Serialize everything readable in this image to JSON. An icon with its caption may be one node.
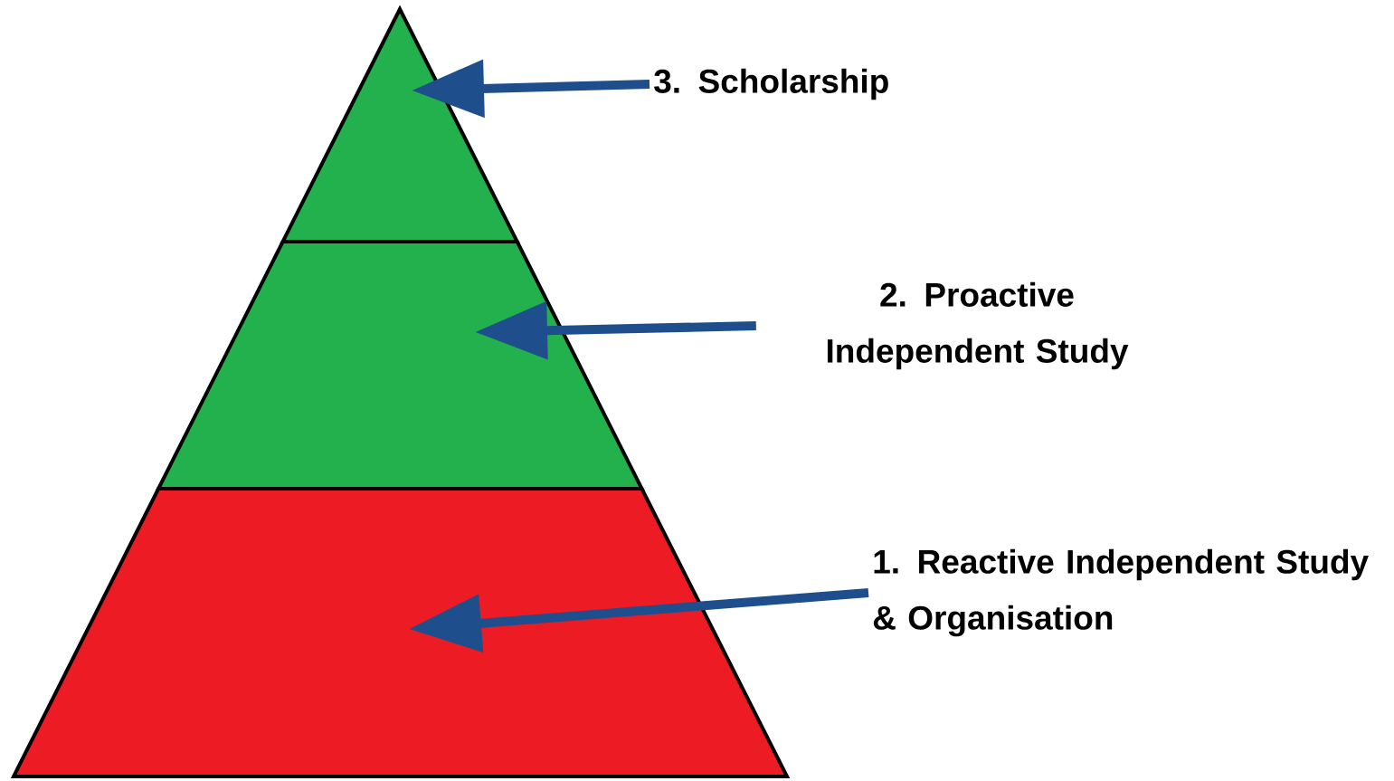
{
  "diagram": {
    "nodes": [
      {
        "text": [
          "3. Scholarship"
        ]
      },
      {
        "text": [],
        "shape": "triangle"
      },
      {
        "text": [
          "2. Proactive Independent Study"
        ]
      },
      {
        "text": [],
        "shape": "trapezoid"
      },
      {
        "text": [
          "1. Reactive Independent Study & Organisation"
        ]
      },
      {
        "text": [],
        "shape": "trapezoid"
      }
    ],
    "edges": [
      {
        "from": 0,
        "to": 1,
        "arrow": "to"
      },
      {
        "from": 2,
        "to": 3,
        "arrow": "to"
      },
      {
        "from": 4,
        "to": 5,
        "arrow": "to"
      }
    ]
  }
}
